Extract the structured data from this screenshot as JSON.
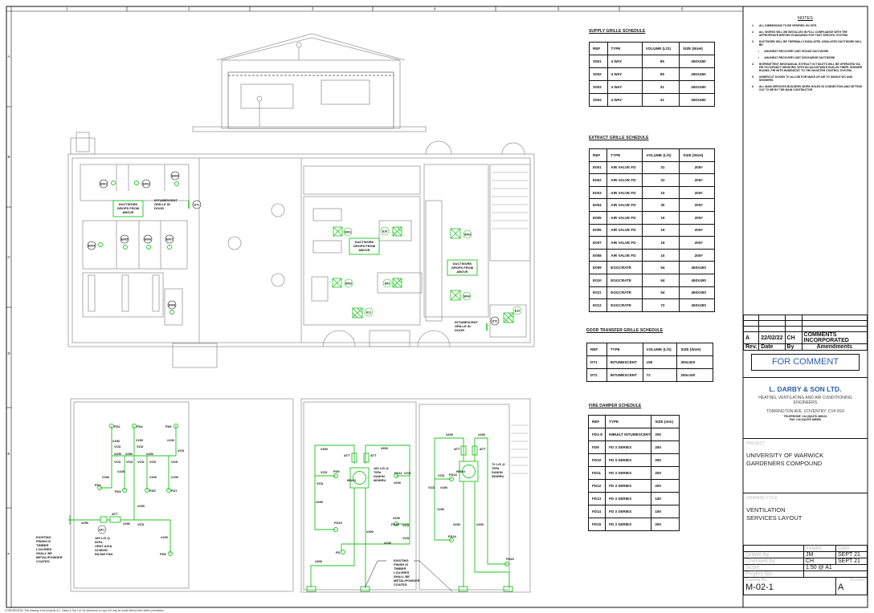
{
  "sheet": {
    "columns": [
      "1",
      "2",
      "3",
      "4",
      "5",
      "6"
    ],
    "rows": [
      "A",
      "B",
      "C",
      "D",
      "E",
      "F"
    ],
    "confidential": "CONFIDENTIAL This drawing is the property of L. Darby & Son Ltd. No disclosure or copy of it may be made without their written permission."
  },
  "notes": {
    "title": "NOTES",
    "items": [
      {
        "num": "1.",
        "text": "ALL DIMENSIONS TO BE VERIFIED ON SITE."
      },
      {
        "num": "2.",
        "text": "ALL WORKS WILL BE INSTALLED IN FULL COMPLIANCE WITH THE APPROPRIATE BRITISH STANDARDS FOR THAT SPECIFIC SYSTEM."
      },
      {
        "num": "3.",
        "text": "DUCTWORK WILL BE THERMALLY INSULATED. INSULATED DUCTWORK WILL BE:"
      },
      {
        "num": "•",
        "text": "AHU/HEAT RECOVERY UNIT INTAKE DUCTWORK"
      },
      {
        "num": "•",
        "text": "AHU/HEAT RECOVERY UNIT DISCHARGE DUCTWORK"
      },
      {
        "num": "4.",
        "text": "INTERMITTENT MECHANICAL EXTRACT IN TOILETS WILL BE OPERATED VIA PIR OCCUPANCY SENSORS, WITH AN ADJUSTABLE RUN-ON TIMER. SHOWER ROOMS, PIR WITH HUMIDISTAT TO THE BOOSTER CONTROL SYSTEM."
      },
      {
        "num": "5.",
        "text": "UNDERCUT DOORS TO ALLOW FOR MAKE UP AIR TO SINGLE WC AND SHOWERS."
      },
      {
        "num": "6.",
        "text": "ALL MAIN SERVICES BUILDERS WORK HOLES IN CONNECTION AND SETTING OUT TO BE BY THE MAIN CONTRACTOR."
      }
    ]
  },
  "supply_schedule": {
    "title": "SUPPLY GRILLE SCHEDULE",
    "headers": [
      "REF",
      "TYPE",
      "VOLUME (L/S)",
      "SIZE (WxH)"
    ],
    "rows": [
      [
        "S001",
        "4 WAY",
        "95",
        "450X450"
      ],
      [
        "S002",
        "4 WAY",
        "95",
        "450X450"
      ],
      [
        "S003",
        "4 WAY",
        "31",
        "450X450"
      ],
      [
        "S004",
        "4 WAY",
        "31",
        "450X450"
      ]
    ]
  },
  "extract_schedule": {
    "title": "EXTRACT GRILLE SCHEDULE",
    "headers": [
      "REF",
      "TYPE",
      "VOLUME (L/S)",
      "SIZE (WxH)"
    ],
    "rows": [
      [
        "E001",
        "AIR VALVE FD",
        "31",
        "200#"
      ],
      [
        "E002",
        "AIR VALVE FD",
        "31",
        "200#"
      ],
      [
        "E003",
        "AIR VALVE FD",
        "10",
        "200#"
      ],
      [
        "E004",
        "AIR VALVE FD",
        "30",
        "200#"
      ],
      [
        "E005",
        "AIR VALVE FD",
        "19",
        "200#"
      ],
      [
        "E006",
        "AIR VALVE FD",
        "19",
        "200#"
      ],
      [
        "E007",
        "AIR VALVE FD",
        "19",
        "200#"
      ],
      [
        "E008",
        "AIR VALVE FD",
        "10",
        "200#"
      ],
      [
        "E009",
        "EGGCRATE",
        "64",
        "450X450"
      ],
      [
        "E010",
        "EGGCRATE",
        "64",
        "450X450"
      ],
      [
        "E011",
        "EGGCRATE",
        "64",
        "450X450"
      ],
      [
        "E012",
        "EGGCRATE",
        "72",
        "450X450"
      ]
    ]
  },
  "door_schedule": {
    "title": "DOOR TRANSFER GRILLE SCHEDULE",
    "headers": [
      "REF",
      "TYPE",
      "VOLUME (L/S)",
      "SIZE (WxH)"
    ],
    "rows": [
      [
        "DT1",
        "INTUMESCENT",
        "159",
        "300x300"
      ],
      [
        "DT2",
        "INTUMESCENT",
        "72",
        "250x150"
      ]
    ]
  },
  "fire_schedule": {
    "title": "FIRE DAMPER SCHEDULE",
    "headers": [
      "REF",
      "TYPE",
      "SIZE (mm)"
    ],
    "rows": [
      [
        "FD1-8",
        "INBUILT INTUMESCENT",
        "200"
      ],
      [
        "FD9",
        "FD 3 SERIES",
        "250"
      ],
      [
        "FD10",
        "FD 3 SERIES",
        "250"
      ],
      [
        "FD11",
        "FD 3 SERIES",
        "200"
      ],
      [
        "FD12",
        "FD 3 SERIES",
        "200"
      ],
      [
        "FD13",
        "FD 3 SERIES",
        "150"
      ],
      [
        "FD14",
        "FD 3 SERIES",
        "150"
      ],
      [
        "FD15",
        "FD 3 SERIES",
        "200"
      ]
    ]
  },
  "revisions": {
    "row": {
      "rev": "A",
      "date": "22/02/22",
      "by": "CH",
      "amendment": "COMMENTS INCORPORATED"
    },
    "headers": {
      "rev": "Rev.",
      "date": "Date",
      "by": "By",
      "amendment": "Amendments"
    }
  },
  "status": "FOR COMMENT",
  "company": {
    "name": "L. DARBY & SON LTD.",
    "trade": "HEATING, VENTILATING AND AIR CONDITIONING ENGINEERS",
    "address": "TORRINGTON AVE, COVENTRY. CV4 9SX",
    "telephone": "TELEPHONE +44 (0)2476 466101",
    "fax": "FAX +44 (0)2476 466080"
  },
  "project": {
    "label": "PROJECT",
    "line1": "UNIVERSITY OF WARWICK",
    "line2": "GARDENERS COMPOUND"
  },
  "drawing_title": {
    "label": "DRAWING TITLE",
    "line1": "VENTILATION",
    "line2": "SERVICES LAYOUT"
  },
  "signoff": {
    "initials_label": "Initials",
    "date_label": "Date",
    "drawn_label": "Drawn by",
    "drawn_initials": "JM",
    "drawn_date": "SEPT 21",
    "checked_label": "Checked by",
    "checked_initials": "CH",
    "checked_date": "SEPT 21",
    "scale_label": "Scale",
    "scale": "1:50 @ A1",
    "project_no_label": "Project No.",
    "drawing_no_label": "Drawing No.",
    "drawing_no": "M-02-1",
    "revision_label": "Revision",
    "revision": "A"
  },
  "plan": {
    "markers": {
      "E001": "E001",
      "E002": "E002",
      "E003": "E003",
      "E004": "E004",
      "E005": "E005",
      "E006": "E006",
      "E007": "E007",
      "E008": "E008",
      "E09": "E09",
      "E10": "E10",
      "E11": "E11",
      "E12": "E12",
      "S001": "S001",
      "S002": "S002",
      "S003": "S003",
      "S004": "S004",
      "DT1": "DT1",
      "DT2": "DT2"
    },
    "ductwork_note": [
      "DUCTWORK",
      "DROPS FROM",
      "ABOVE"
    ],
    "intumescent_note": [
      "INTUMESCENT",
      "GRILLE IN",
      "DOOR"
    ]
  },
  "schematic": {
    "fan_note": [
      "180 L/S @",
      "60Pa",
      "VENT-AXIA",
      "ACM250",
      "INLINE FAN"
    ],
    "hru1_note": [
      "182 L/S @",
      "70Pa",
      "DAIKIN",
      "800HRU"
    ],
    "hru2_note": [
      "72 L/S @",
      "70Pa",
      "DAIKIN",
      "350HRU"
    ],
    "louvre_note": [
      "EXISTING",
      "FINISH IS",
      "TIMBER",
      "LOUVRES",
      "SHALL BE",
      "METAL/POWDER",
      "COATED"
    ],
    "labels": {
      "FD1": "FD1",
      "FD2": "FD2",
      "FD3": "FD3",
      "FD4": "FD4",
      "FD5": "FD5",
      "FD6": "FD6",
      "FD7": "FD7",
      "FD8": "FD8",
      "FD9": "FD9",
      "FD10": "FD10",
      "FD11": "FD11",
      "FD12": "FD12",
      "FD13": "FD13",
      "FD14": "FD14",
      "FD15": "FD15",
      "FD": "FD",
      "EF1": "EF1",
      "HRU01": "HRU01",
      "HRU02": "HRU02",
      "ATT": "ATT",
      "VCD": "VCD",
      "d150": "#150",
      "d200": "#200",
      "d250": "#250",
      "d100": "#100",
      "d300": "#300"
    }
  }
}
